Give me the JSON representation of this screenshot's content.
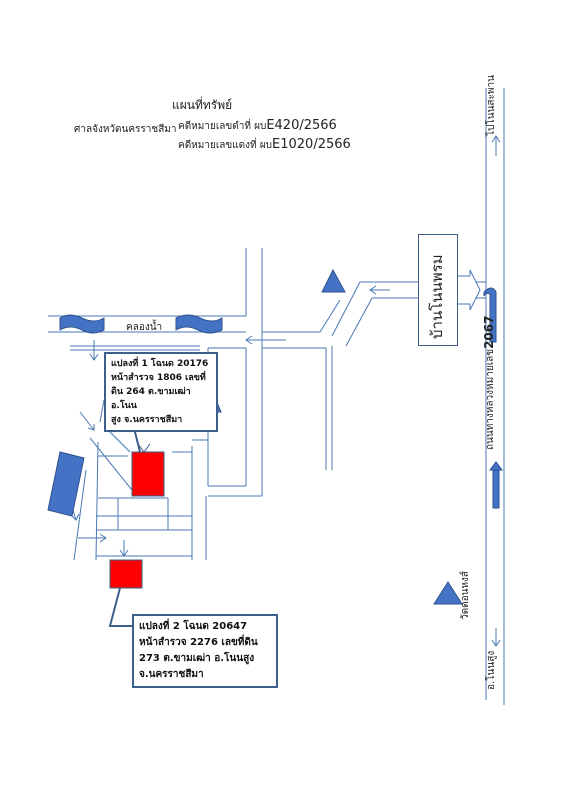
{
  "title": "แผนที่ทรัพย์",
  "court": "ศาลจังหวัดนครราชสีมา",
  "black_case": {
    "prefix": "คดีหมายเลขดำที่ ผบ",
    "number": "E420/2566"
  },
  "red_case": {
    "prefix": "คดีหมายเลขแดงที่ ผบ",
    "number": "E1020/2566"
  },
  "labels": {
    "canal": "คลองน้ำ",
    "village": "บ้านโนนพรม",
    "road": "ถนนทางหลวงหมายเลข",
    "road_number": "2067",
    "to_top": "ไปโนนสะพาน",
    "to_bottom": "อ.โนนสูง",
    "temple": "วัดดอนหงส์"
  },
  "parcel1": {
    "line1": "แปลงที่ 1 โฉนด 20176",
    "line2": "หน้าสำรวจ 1806 เลขที่",
    "line3": "ดิน 264 ต.ขามเฒ่า อ.โนน",
    "line4": "สูง จ.นครราชสีมา"
  },
  "parcel2": {
    "line1": "แปลงที่ 2 โฉนด 20647",
    "line2": "หน้าสำรวจ 2276 เลขที่ดิน",
    "line3": "273 ต.ขามเฒ่า อ.โนนสูง",
    "line4": "จ.นครราชสีมา"
  },
  "colors": {
    "road": "#4a78b5",
    "marker": "#4472c4",
    "parcel": "#ff0000",
    "frame": "#3d5f8c"
  }
}
